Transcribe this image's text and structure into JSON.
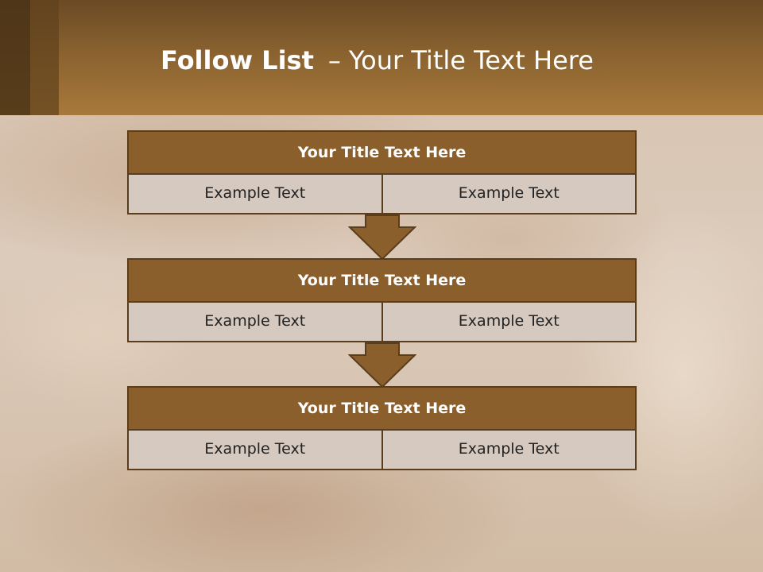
{
  "slide": {
    "title_bold": "Follow List",
    "title_separator": "–",
    "title_rest": "Your Title Text Here"
  },
  "steps": [
    {
      "title": "Your Title Text Here",
      "left": "Example Text",
      "right": "Example Text"
    },
    {
      "title": "Your Title Text Here",
      "left": "Example Text",
      "right": "Example Text"
    },
    {
      "title": "Your Title Text Here",
      "left": "Example Text",
      "right": "Example Text"
    }
  ],
  "colors": {
    "header": "#8c6430",
    "box_title": "#8b5f2c",
    "box_border": "#5a3d1c",
    "cell": "#d6c9bf",
    "arrow": "#8b5f2c"
  },
  "icons": [
    "down-arrow-icon",
    "down-arrow-icon"
  ]
}
